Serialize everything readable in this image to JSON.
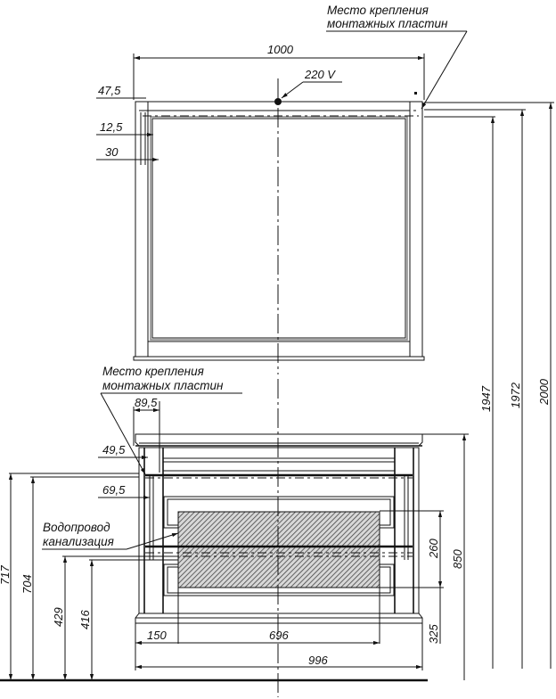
{
  "drawing": {
    "title": "Mirror and vanity cabinet dimension drawing",
    "colors": {
      "line": "#111111",
      "background": "#ffffff",
      "hatch": "#444444"
    }
  },
  "mirror": {
    "mount_note_line1": "Место крепления",
    "mount_note_line2": "монтажных пластин",
    "power_label": "220 V",
    "dims": {
      "width": "1000",
      "top_offset": "47,5",
      "frame_inner": "12,5",
      "frame_width": "30"
    }
  },
  "heights": {
    "h1947": "1947",
    "h1972": "1972",
    "h2000": "2000"
  },
  "cabinet": {
    "mount_note_line1": "Место крепления",
    "mount_note_line2": "монтажных пластин",
    "pipes_note_line1": "Водопровод",
    "pipes_note_line2": "канализация",
    "dims": {
      "mount_offset_x": "89,5",
      "mount_offset_y1": "49,5",
      "mount_offset_y2": "69,5",
      "height_717": "717",
      "height_704": "704",
      "height_429": "429",
      "height_416": "416",
      "pipe_zone_height": "260",
      "total_height": "850",
      "pipe_zone_bottom": "325",
      "pipe_zone_left": "150",
      "pipe_zone_width": "696",
      "cabinet_width": "996"
    }
  }
}
